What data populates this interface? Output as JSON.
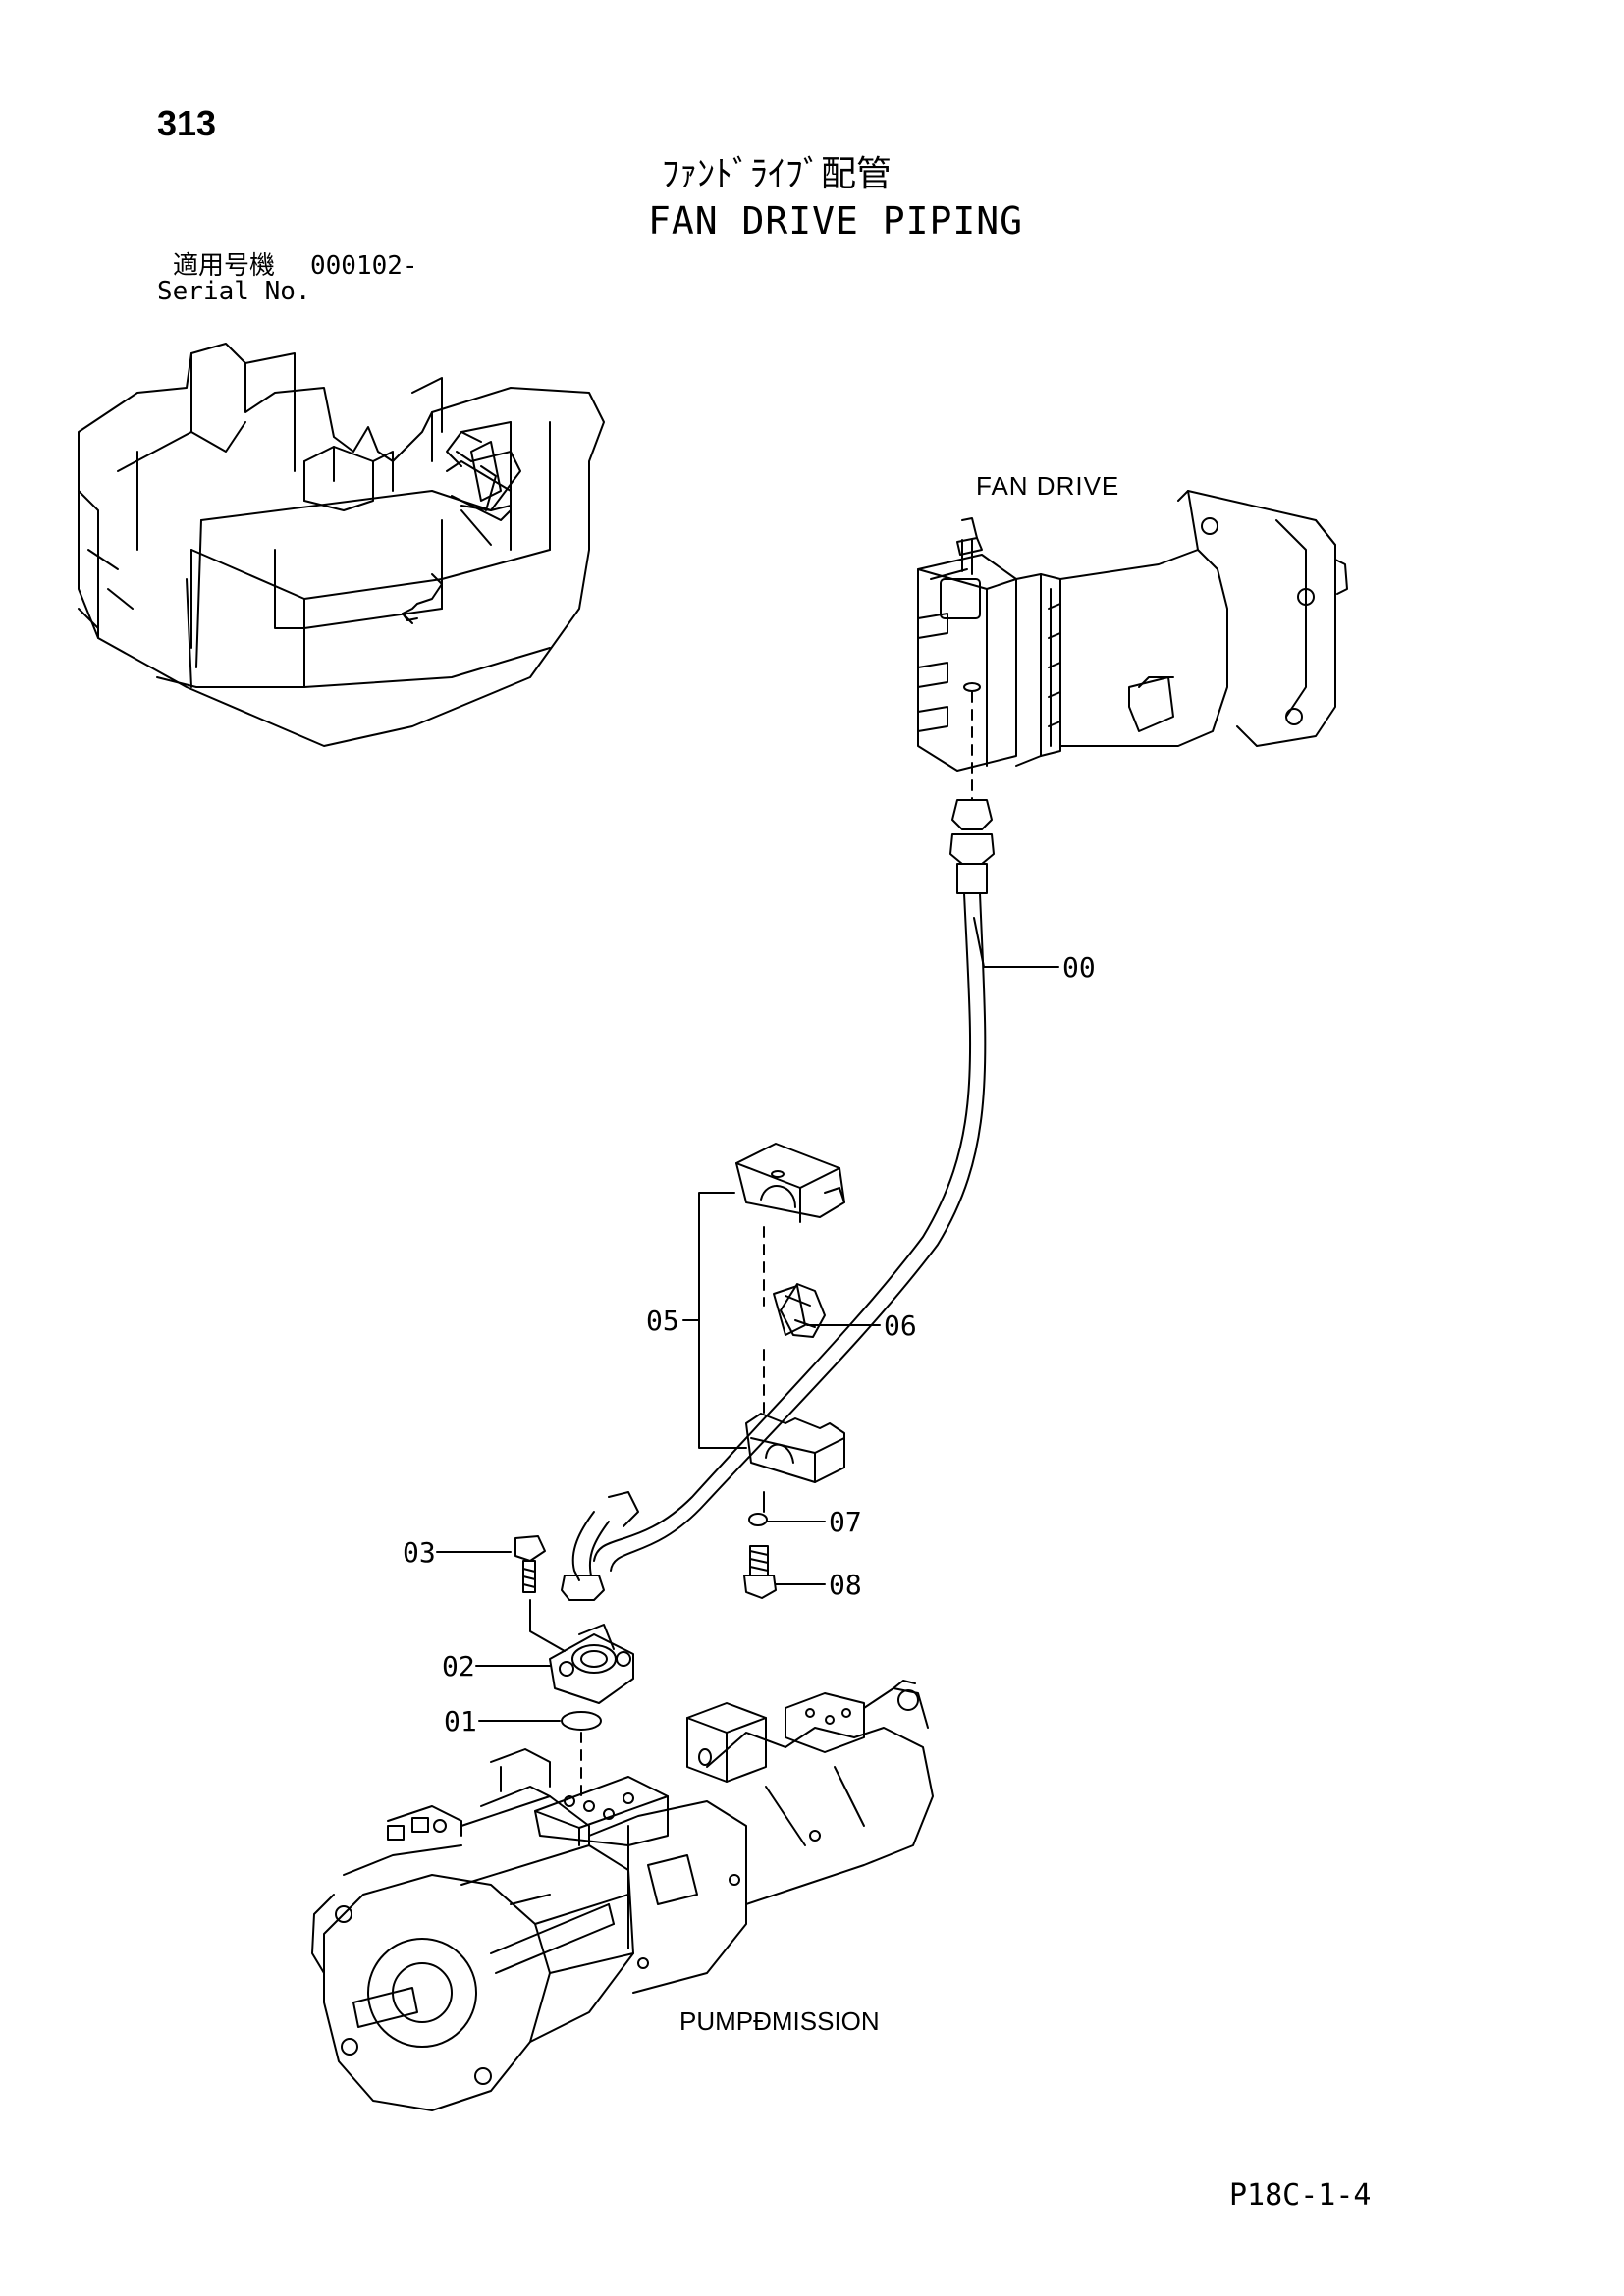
{
  "header": {
    "page_number": "313",
    "title_jp": "ﾌｧﾝﾄﾞﾗｲﾌﾞ配管",
    "title_en": "FAN DRIVE PIPING",
    "serial_label_jp": "適用号機",
    "serial_value": "000102-",
    "serial_label_en": "Serial No."
  },
  "labels": {
    "fan_drive": "FAN DRIVE",
    "pump": "PUMPÐMISSION"
  },
  "callouts": [
    {
      "id": "00"
    },
    {
      "id": "01"
    },
    {
      "id": "02"
    },
    {
      "id": "03"
    },
    {
      "id": "05"
    },
    {
      "id": "06"
    },
    {
      "id": "07"
    },
    {
      "id": "08"
    }
  ],
  "footer": {
    "page_code": "P18C-1-4"
  }
}
